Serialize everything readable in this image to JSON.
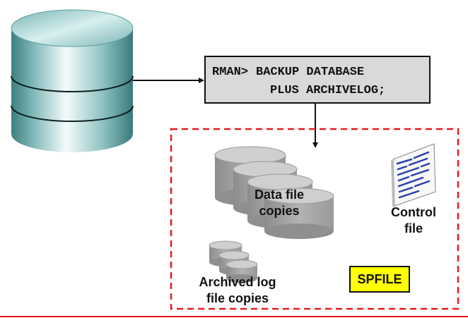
{
  "command": {
    "prompt": "RMAN>",
    "line1": "BACKUP DATABASE",
    "line2": "PLUS ARCHIVELOG;"
  },
  "labels": {
    "data_files_1": "Data file",
    "data_files_2": "copies",
    "control_1": "Control",
    "control_2": "file",
    "archived_1": "Archived log",
    "archived_2": "file copies",
    "spfile": "SPFILE"
  },
  "colors": {
    "dashed_border": "#e8191e",
    "bottom_rule": "#e8191e",
    "spfile_bg": "#ffff00",
    "command_bg": "#d9d9d9",
    "database_teal": "#5f9ea0",
    "backup_gray": "#a6a6a6"
  }
}
